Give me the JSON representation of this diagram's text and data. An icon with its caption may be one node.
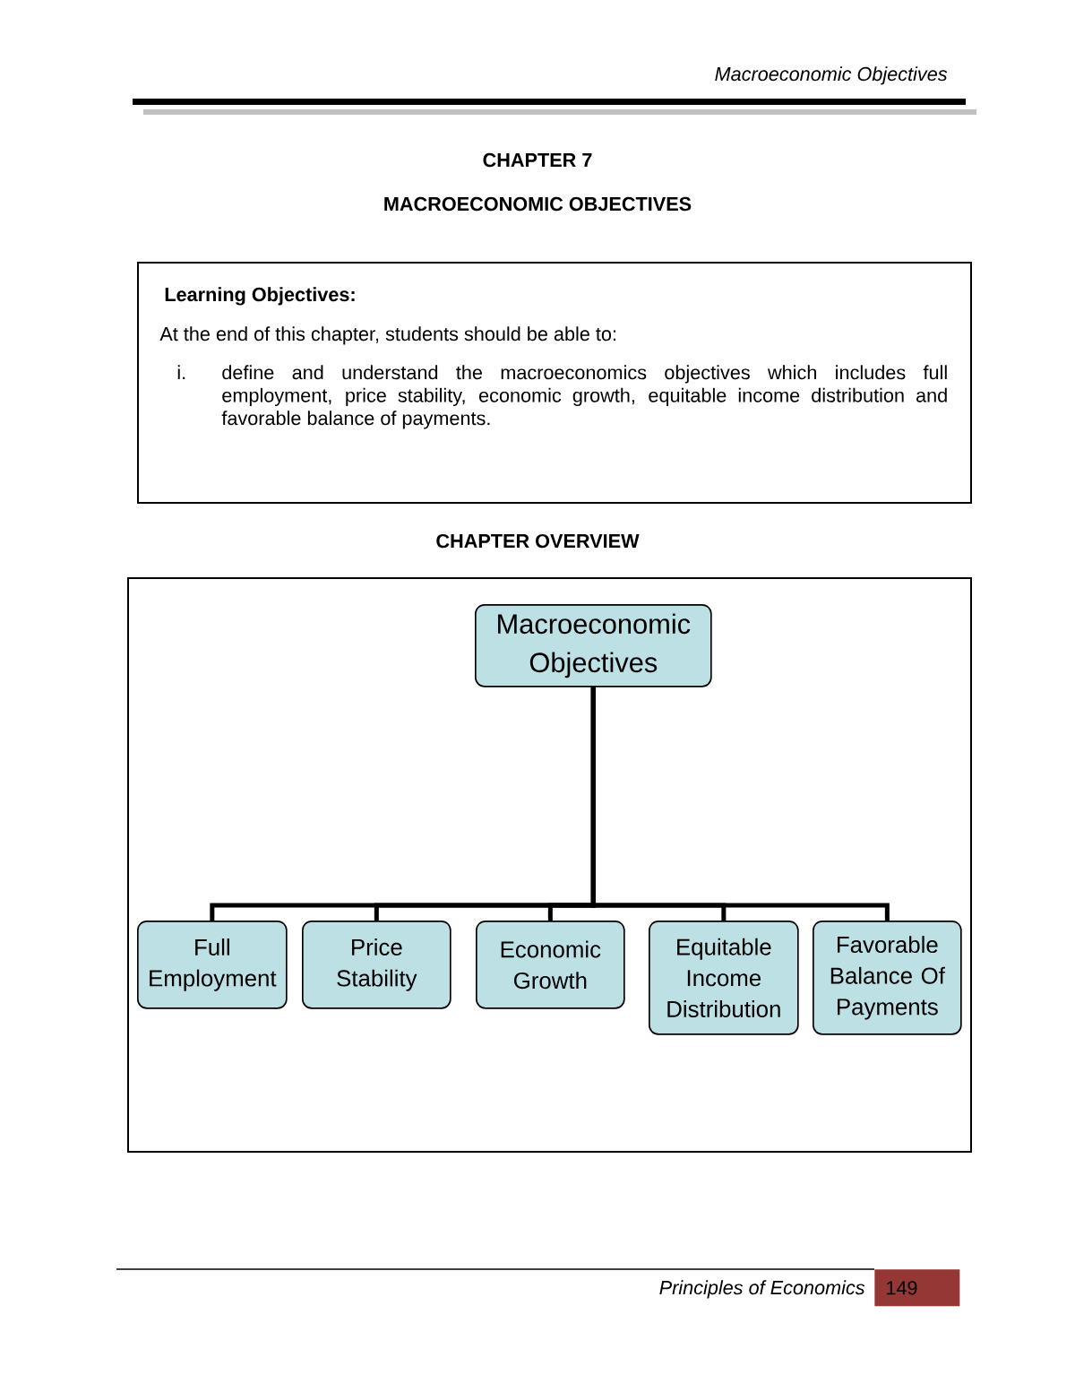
{
  "diagram": {
    "title": "MACROECONOMIC OBJECTIVES",
    "nodes": [
      {
        "text": [
          "Learning Objectives:",
          "At the end of this chapter, students should be able to:",
          "i.",
          "define and understand the macroeconomics objectives which includes full employment, price stability, economic growth, equitable income distribution and favorable balance of payments."
        ]
      },
      {
        "text": [
          "CHAPTER OVERVIEW"
        ]
      },
      {
        "text": [
          "Macroeconomic Objectives"
        ],
        "in": 1
      },
      {
        "text": [
          "Full Employment"
        ],
        "in": 1
      },
      {
        "text": [
          "Price Stability"
        ],
        "in": 1
      },
      {
        "text": [
          "Economic Growth"
        ],
        "in": 1
      },
      {
        "text": [
          "Equitable Income Distribution"
        ],
        "in": 1
      },
      {
        "text": [
          "Favorable Balance Of Payments"
        ],
        "in": 1
      },
      {
        "text": [
          "149"
        ]
      }
    ],
    "edges": [
      {
        "from": 2,
        "to": 3,
        "arrow": "none"
      },
      {
        "from": 2,
        "to": 4,
        "arrow": "none"
      },
      {
        "from": 2,
        "to": 5,
        "arrow": "none"
      },
      {
        "from": 2,
        "to": 6,
        "arrow": "none"
      },
      {
        "from": 2,
        "to": 7,
        "arrow": "none"
      }
    ],
    "labels": [
      "Macroeconomic Objectives",
      "CHAPTER 7",
      "Principles of Economics"
    ]
  }
}
